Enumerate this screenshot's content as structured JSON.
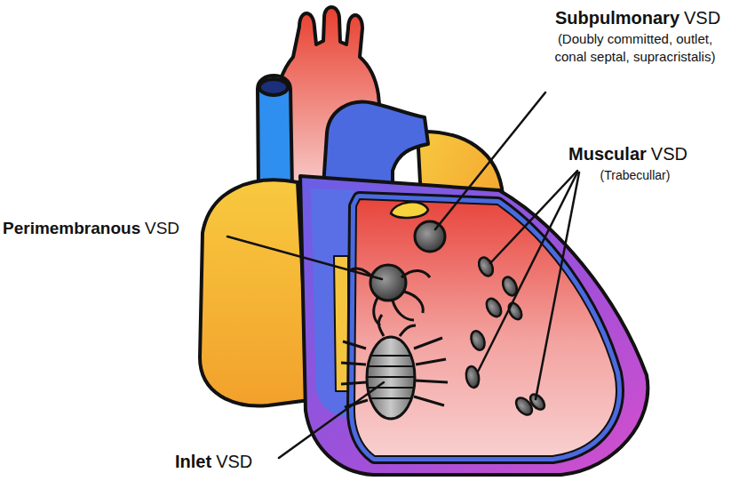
{
  "diagram": {
    "labels": [
      "Subpulmonary",
      "VSD",
      "(Doubly committed, outlet, conal septal, supracristalis)",
      "Muscular",
      "VSD",
      "(Trabecullar)",
      "Perimembranous",
      "VSD",
      "Inlet",
      "VSD"
    ]
  }
}
